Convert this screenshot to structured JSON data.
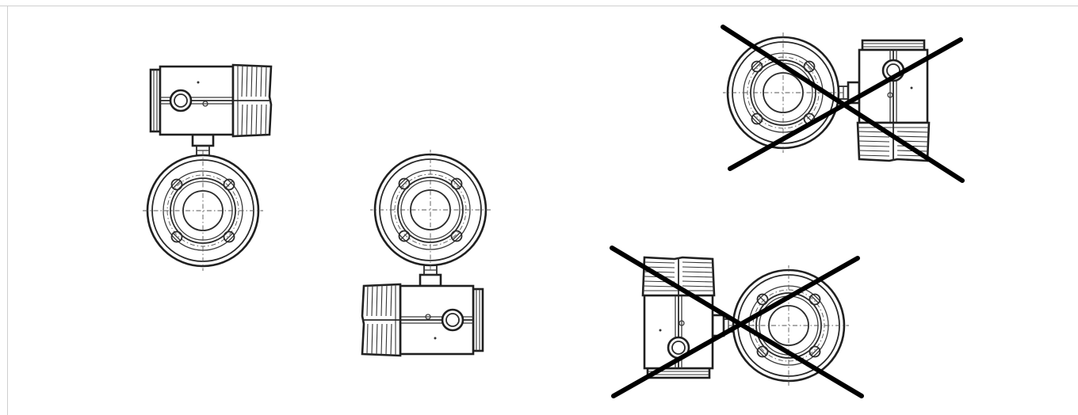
{
  "figure": {
    "kind": "installation-orientation-diagram",
    "views": [
      {
        "id": "view-1",
        "orientation": "transmitter-up",
        "allowed": true
      },
      {
        "id": "view-2",
        "orientation": "transmitter-down",
        "allowed": true
      },
      {
        "id": "view-3",
        "orientation": "transmitter-right",
        "allowed": false
      },
      {
        "id": "view-4",
        "orientation": "transmitter-left",
        "allowed": false
      }
    ],
    "colors": {
      "line": "#2a2a2a",
      "cross": "#000000",
      "background": "#ffffff",
      "frame": "#cfcfcf"
    }
  }
}
